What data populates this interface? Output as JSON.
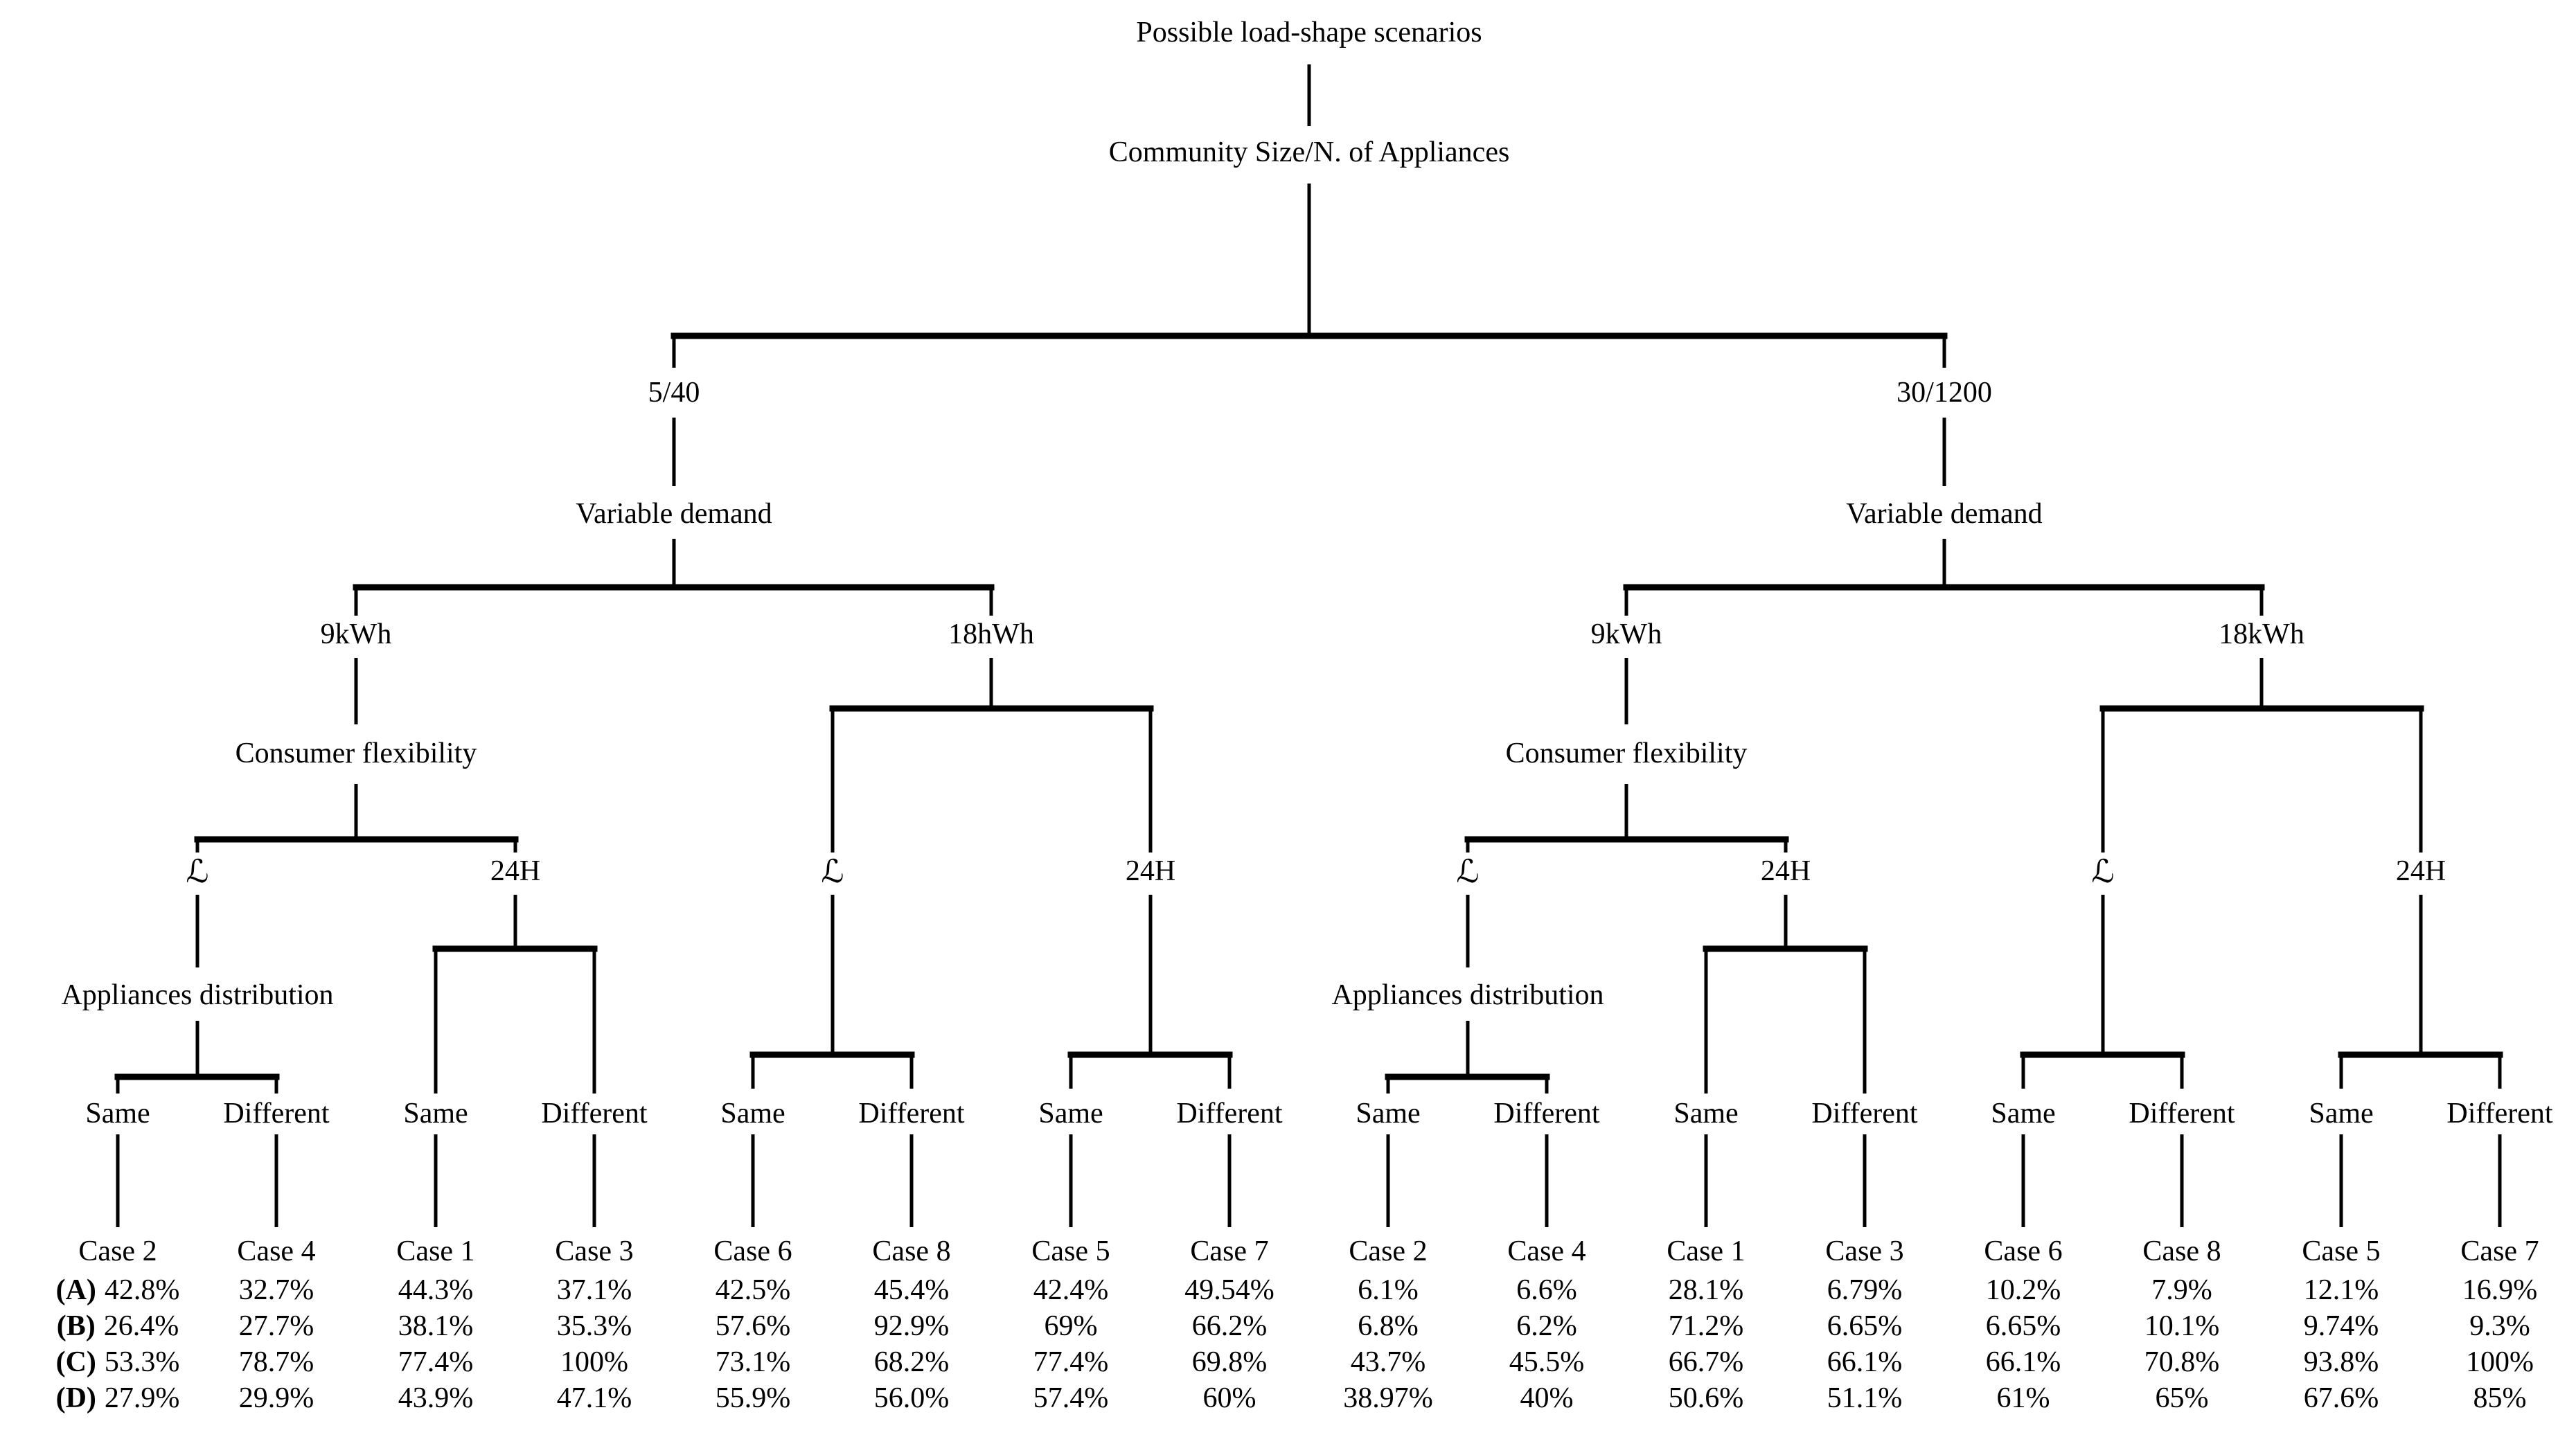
{
  "colors": {
    "background": "#ffffff",
    "line_color": "#000000",
    "text_color": "#000000"
  },
  "labels": {
    "title": "Possible load-shape scenarios",
    "community": "Community Size/N. of Appliances",
    "size_small": "5/40",
    "size_large": "30/1200",
    "variable_demand": "Variable demand",
    "battery_9": "9kWh",
    "battery_18h": "18hWh",
    "battery_18k": "18kWh",
    "consumer_flexibility": "Consumer flexibility",
    "flex_script_l": "ℒ",
    "flex_24h": "24H",
    "appliances_distribution": "Appliances distribution"
  },
  "row_labels": [
    "(A)",
    "(B)",
    "(C)",
    "(D)"
  ],
  "leaves": [
    {
      "split": "Same",
      "case": "Case 2",
      "values": [
        "42.8%",
        "26.4%",
        "53.3%",
        "27.9%"
      ]
    },
    {
      "split": "Different",
      "case": "Case 4",
      "values": [
        "32.7%",
        "27.7%",
        "78.7%",
        "29.9%"
      ]
    },
    {
      "split": "Same",
      "case": "Case 1",
      "values": [
        "44.3%",
        "38.1%",
        "77.4%",
        "43.9%"
      ]
    },
    {
      "split": "Different",
      "case": "Case 3",
      "values": [
        "37.1%",
        "35.3%",
        "100%",
        "47.1%"
      ]
    },
    {
      "split": "Same",
      "case": "Case 6",
      "values": [
        "42.5%",
        "57.6%",
        "73.1%",
        "55.9%"
      ]
    },
    {
      "split": "Different",
      "case": "Case 8",
      "values": [
        "45.4%",
        "92.9%",
        "68.2%",
        "56.0%"
      ]
    },
    {
      "split": "Same",
      "case": "Case 5",
      "values": [
        "42.4%",
        "69%",
        "77.4%",
        "57.4%"
      ]
    },
    {
      "split": "Different",
      "case": "Case 7",
      "values": [
        "49.54%",
        "66.2%",
        "69.8%",
        "60%"
      ]
    },
    {
      "split": "Same",
      "case": "Case 2",
      "values": [
        "6.1%",
        "6.8%",
        "43.7%",
        "38.97%"
      ]
    },
    {
      "split": "Different",
      "case": "Case 4",
      "values": [
        "6.6%",
        "6.2%",
        "45.5%",
        "40%"
      ]
    },
    {
      "split": "Same",
      "case": "Case 1",
      "values": [
        "28.1%",
        "71.2%",
        "66.7%",
        "50.6%"
      ]
    },
    {
      "split": "Different",
      "case": "Case 3",
      "values": [
        "6.79%",
        "6.65%",
        "66.1%",
        "51.1%"
      ]
    },
    {
      "split": "Same",
      "case": "Case 6",
      "values": [
        "10.2%",
        "6.65%",
        "66.1%",
        "61%"
      ]
    },
    {
      "split": "Different",
      "case": "Case 8",
      "values": [
        "7.9%",
        "10.1%",
        "70.8%",
        "65%"
      ]
    },
    {
      "split": "Same",
      "case": "Case 5",
      "values": [
        "12.1%",
        "9.74%",
        "93.8%",
        "67.6%"
      ]
    },
    {
      "split": "Different",
      "case": "Case 7",
      "values": [
        "16.9%",
        "9.3%",
        "100%",
        "85%"
      ]
    }
  ]
}
